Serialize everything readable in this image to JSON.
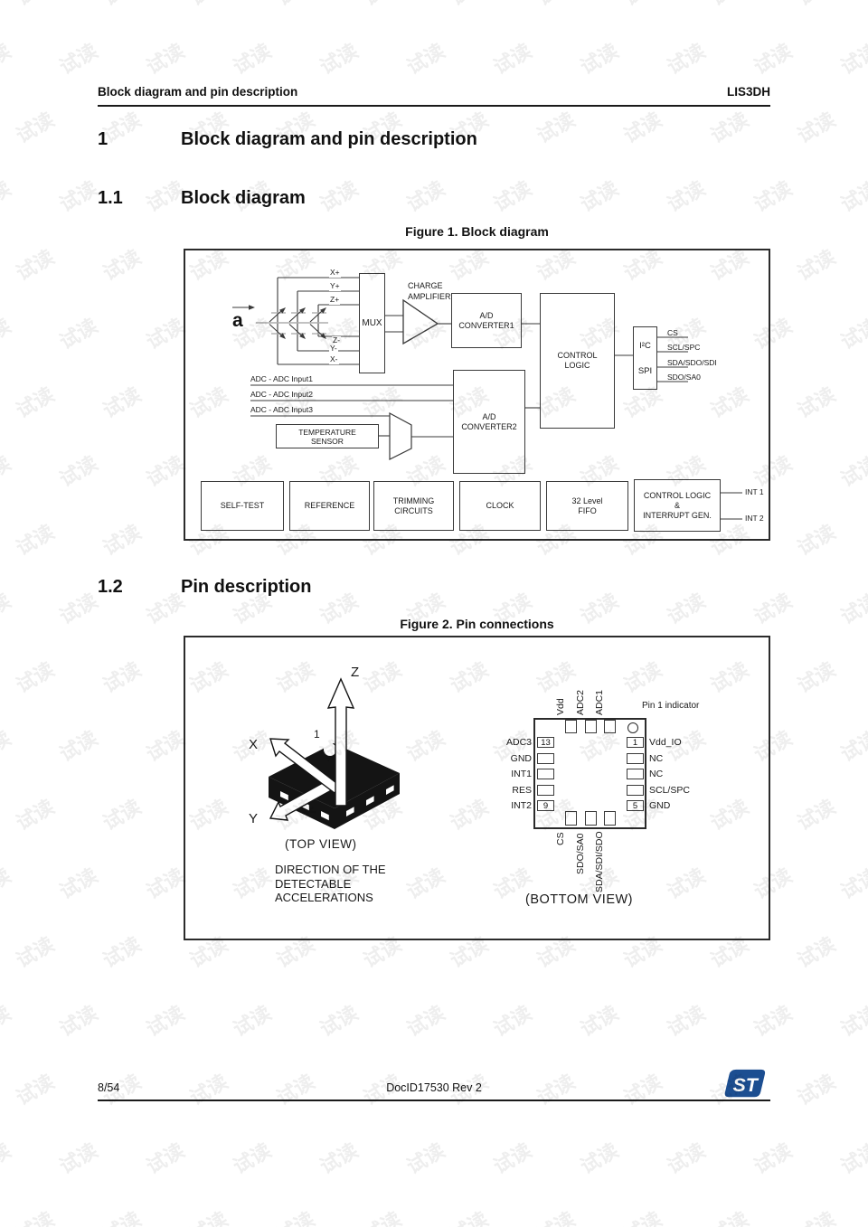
{
  "page": {
    "header": {
      "left": "Block diagram and pin description",
      "right": "LIS3DH"
    },
    "footer": {
      "page_number": "8/54",
      "doc_id": "DocID17530 Rev 2",
      "logo_text": "ST"
    },
    "watermark": {
      "text": "试读"
    }
  },
  "sections": {
    "s1": {
      "number": "1",
      "title": "Block diagram and pin description"
    },
    "s11": {
      "number": "1.1",
      "title": "Block diagram"
    },
    "s12": {
      "number": "1.2",
      "title": "Pin description"
    }
  },
  "figure1": {
    "caption": "Figure 1. Block diagram",
    "vector_label": "a",
    "rails": [
      "X+",
      "Y+",
      "Z+",
      "Z-",
      "Y-",
      "X-"
    ],
    "blocks": {
      "mux": "MUX",
      "charge_amplifier": "CHARGE\nAMPLIFIER",
      "adc1": "A/D\nCONVERTER1",
      "adc2": "A/D\nCONVERTER2",
      "control_logic": "CONTROL\nLOGIC",
      "i2c": "I²C",
      "spi": "SPI",
      "temperature_sensor": "TEMPERATURE\nSENSOR",
      "self_test": "SELF-TEST",
      "reference": "REFERENCE",
      "trimming": "TRIMMING\nCIRCUITS",
      "clock": "CLOCK",
      "fifo": "32 Level\nFIFO",
      "ctrl_int": "CONTROL LOGIC\n&\nINTERRUPT GEN."
    },
    "adc_inputs": [
      "ADC - ADC Input1",
      "ADC - ADC Input2",
      "ADC - ADC Input3"
    ],
    "outputs": [
      "CS",
      "SCL/SPC",
      "SDA/SDO/SDI",
      "SDO/SA0"
    ],
    "interrupts": [
      "INT 1",
      "INT 2"
    ]
  },
  "figure2": {
    "caption": "Figure 2. Pin connections",
    "axis_x": "X",
    "axis_y": "Y",
    "axis_z": "Z",
    "pin1_label": "1",
    "pin1_indicator": "Pin 1 indicator",
    "top_view": "(TOP VIEW)",
    "direction_note": "DIRECTION OF THE\nDETECTABLE\nACCELERATIONS",
    "bottom_view": "(BOTTOM VIEW)",
    "top_pins": [
      "Vdd",
      "ADC2",
      "ADC1"
    ],
    "left_pins": [
      {
        "num": "13",
        "label": "ADC3"
      },
      {
        "num": "",
        "label": "GND"
      },
      {
        "num": "",
        "label": "INT1"
      },
      {
        "num": "",
        "label": "RES"
      },
      {
        "num": "9",
        "label": "INT2"
      }
    ],
    "right_pins": [
      {
        "num": "1",
        "label": "Vdd_IO"
      },
      {
        "num": "",
        "label": "NC"
      },
      {
        "num": "",
        "label": "NC"
      },
      {
        "num": "",
        "label": "SCL/SPC"
      },
      {
        "num": "5",
        "label": "GND"
      }
    ],
    "bottom_pins": [
      "CS",
      "SDO/SA0",
      "SDA/SDI/SDO"
    ]
  }
}
